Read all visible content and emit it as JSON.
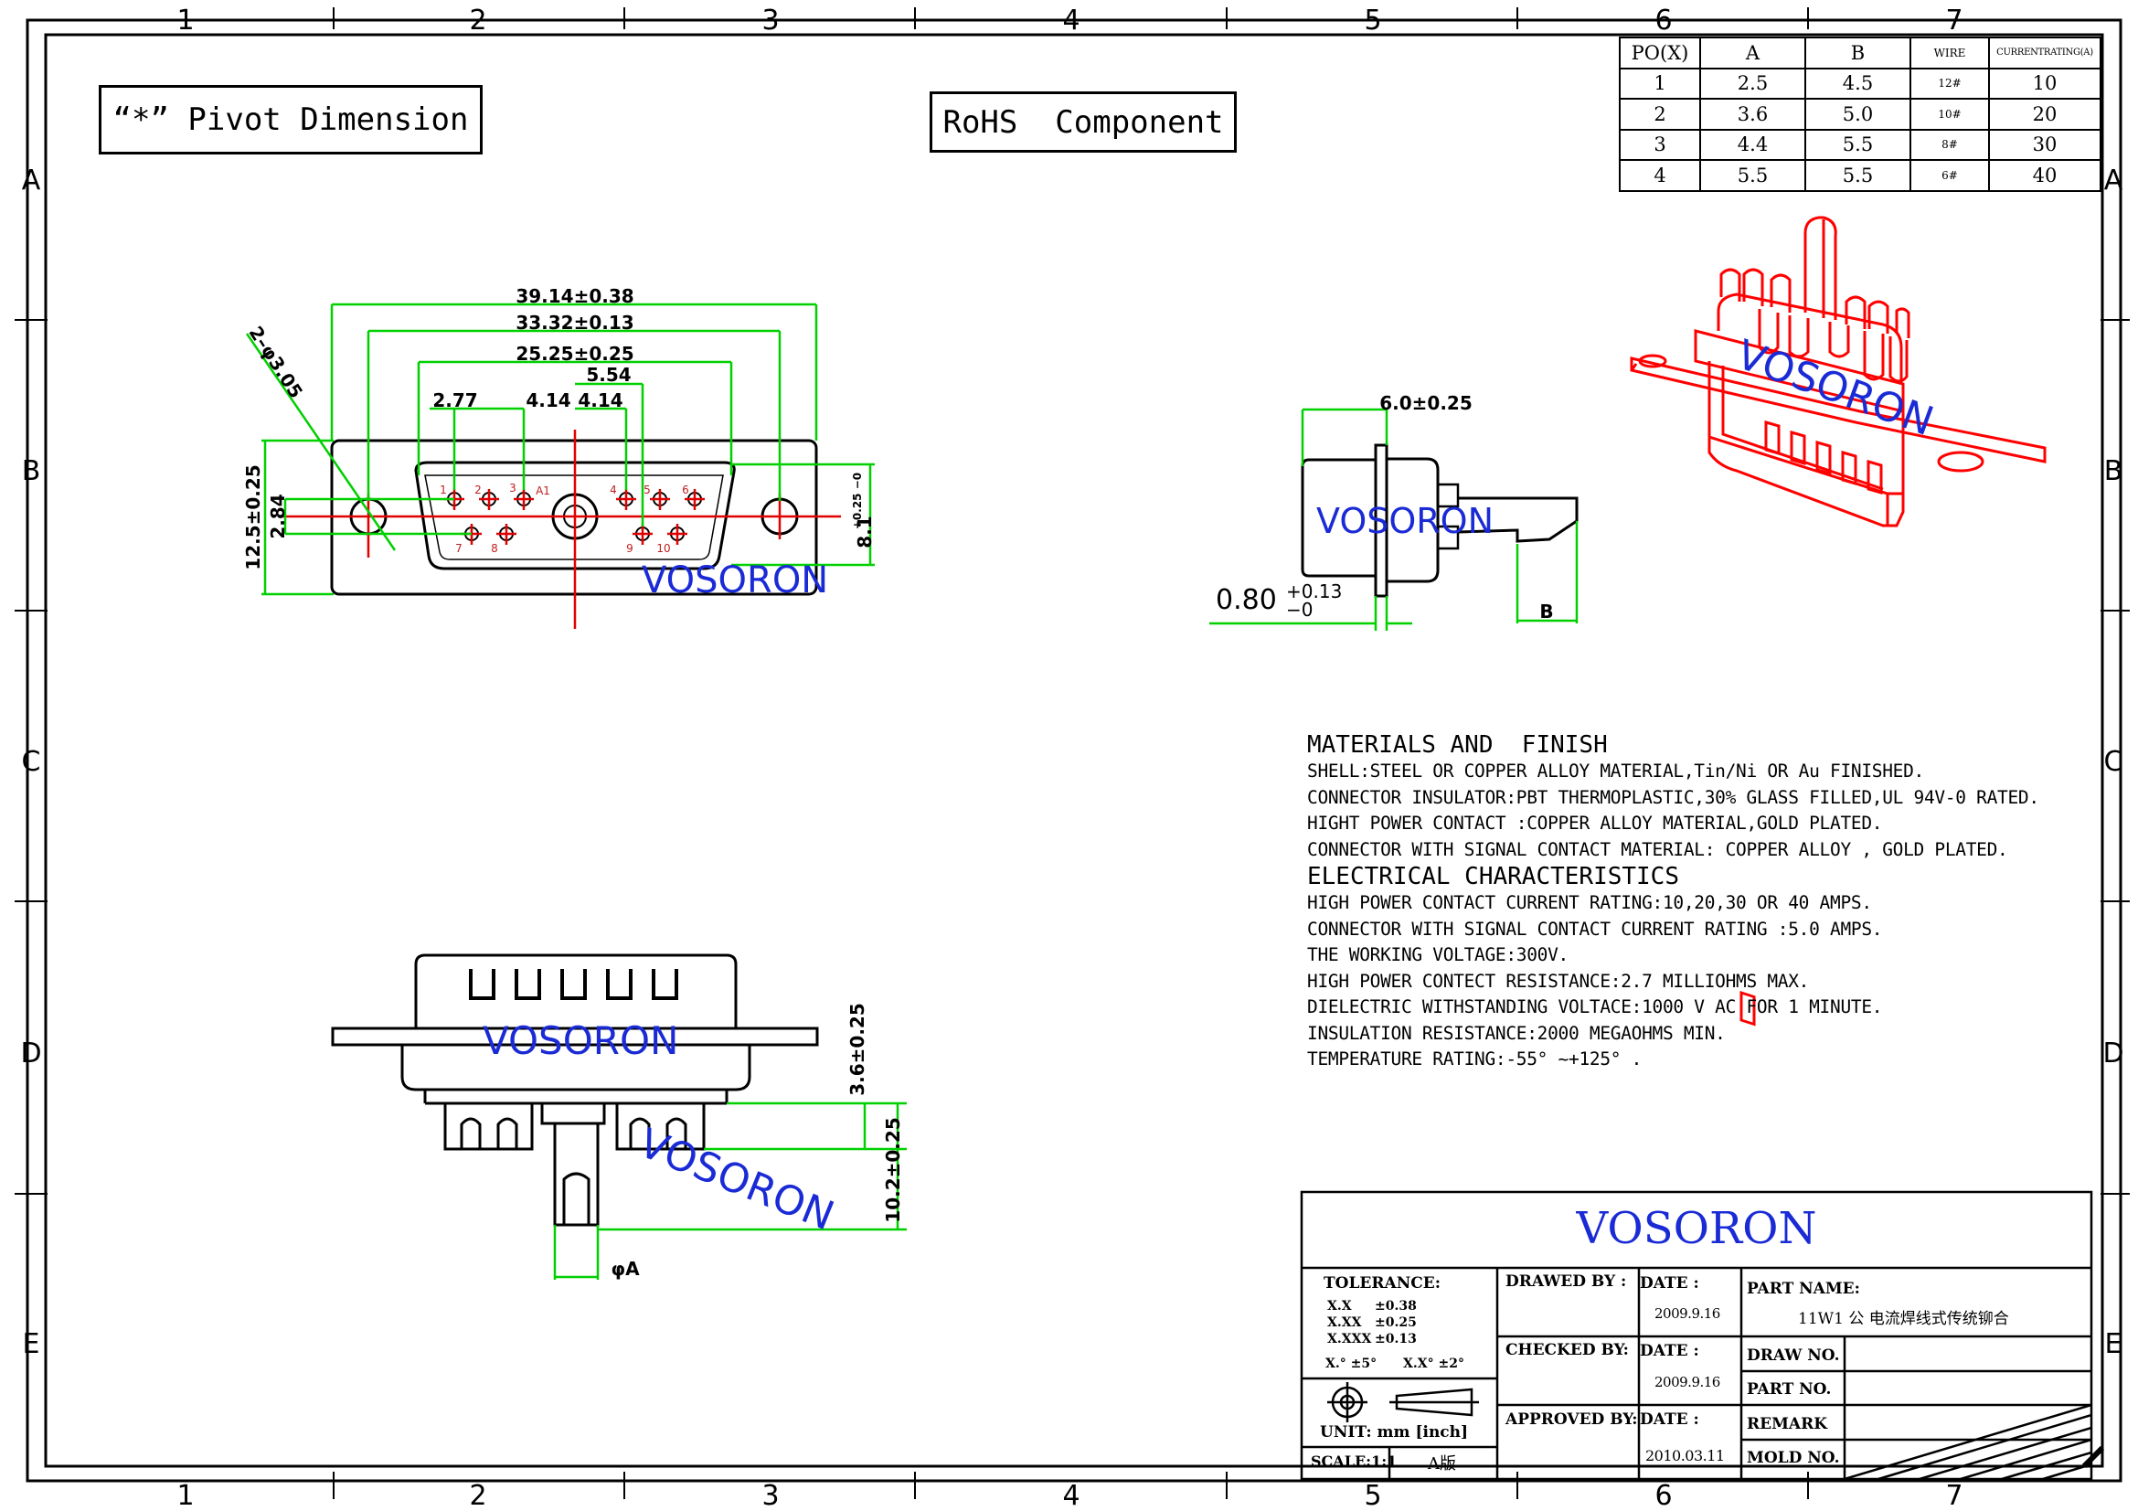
{
  "frame": {
    "columns": [
      "1",
      "2",
      "3",
      "4",
      "5",
      "6",
      "7"
    ],
    "rows": [
      "A",
      "B",
      "C",
      "D",
      "E"
    ]
  },
  "labels": {
    "pivot": "“*” Pivot Dimension",
    "rohs": "RoHS  Component",
    "watermark": "VOSORON"
  },
  "spec_table": {
    "headers": [
      "PO(X)",
      "A",
      "B",
      "WIRE",
      "CURRENTRATING(A)"
    ],
    "rows": [
      [
        "1",
        "2.5",
        "4.5",
        "12#",
        "10"
      ],
      [
        "2",
        "3.6",
        "5.0",
        "10#",
        "20"
      ],
      [
        "3",
        "4.4",
        "5.5",
        "8#",
        "30"
      ],
      [
        "4",
        "5.5",
        "5.5",
        "6#",
        "40"
      ]
    ]
  },
  "front_view": {
    "dims": {
      "overall": "39.14±0.38",
      "holes": "33.32±0.13",
      "shell": "25.25±0.25",
      "pitch_554": "5.54",
      "pitch_277": "2.77",
      "pitch_414_a": "4.14",
      "pitch_414_b": "4.14",
      "height": "12.5±0.25",
      "row": "2.84",
      "shell_h_main": "8.1",
      "shell_h_tol": "+0.25 −0",
      "hole_dia": "2–φ3.05"
    },
    "pins": [
      "1",
      "2",
      "3",
      "A1",
      "4",
      "5",
      "6",
      "7",
      "8",
      "9",
      "10"
    ]
  },
  "side_view": {
    "dims": {
      "depth": "6.0±0.25",
      "flange_main": "0.80",
      "flange_tol_top": "+0.13",
      "flange_tol_bottom": "−0",
      "b": "B"
    }
  },
  "bottom_view": {
    "dims": {
      "d1": "3.6±0.25",
      "d2": "10.2±0.25",
      "a": "φA"
    }
  },
  "notes": {
    "materials_title": "MATERIALS AND  FINISH",
    "materials": [
      "SHELL:STEEL OR COPPER ALLOY MATERIAL,Tin/Ni OR Au FINISHED.",
      "CONNECTOR INSULATOR:PBT THERMOPLASTIC,30% GLASS FILLED,UL 94V-0 RATED.",
      "HIGHT POWER CONTACT :COPPER ALLOY MATERIAL,GOLD PLATED.",
      "CONNECTOR WITH SIGNAL CONTACT MATERIAL: COPPER ALLOY , GOLD PLATED."
    ],
    "electrical_title": "ELECTRICAL CHARACTERISTICS",
    "electrical": [
      "HIGH POWER CONTACT CURRENT RATING:10,20,30 OR 40 AMPS.",
      "CONNECTOR WITH SIGNAL CONTACT CURRENT RATING :5.0 AMPS.",
      "THE WORKING VOLTAGE:300V.",
      "HIGH POWER CONTECT RESISTANCE:2.7 MILLIOHMS MAX.",
      "DIELECTRIC WITHSTANDING VOLTACE:1000 V AC FOR 1 MINUTE.",
      "INSULATION RESISTANCE:2000 MEGAOHMS MIN.",
      "TEMPERATURE RATING:-55° ~+125° ."
    ]
  },
  "title_block": {
    "company": "VOSORON",
    "tolerance_label": "TOLERANCE:",
    "tol_x_label": "X.X",
    "tol_x": "±0.38",
    "tol_xx_label": "X.XX",
    "tol_xx": "±0.25",
    "tol_xxx_label": "X.XXX",
    "tol_xxx": "±0.13",
    "tol_ang1": "X.° ±5°",
    "tol_ang2": "X.X° ±2°",
    "unit": "UNIT: mm [inch]",
    "scale": "SCALE:1:1",
    "version": "A版",
    "drawn_by_label": "DRAWED BY :",
    "checked_by_label": "CHECKED BY:",
    "approved_by_label": "APPROVED BY:",
    "date_label": "DATE :",
    "date1": "2009.9.16",
    "date2": "2009.9.16",
    "date3": "2010.03.11",
    "part_name_label": "PART NAME:",
    "part_name": "11W1 公 电流焊线式传统铆合",
    "draw_no_label": "DRAW NO.",
    "part_no_label": "PART NO.",
    "remark_label": "REMARK",
    "mold_no_label": "MOLD NO."
  },
  "colors": {
    "dimension": "#00d000",
    "center": "#e00000",
    "watermark": "#1a2bd6",
    "render": "#ff0000",
    "line": "#000000"
  }
}
